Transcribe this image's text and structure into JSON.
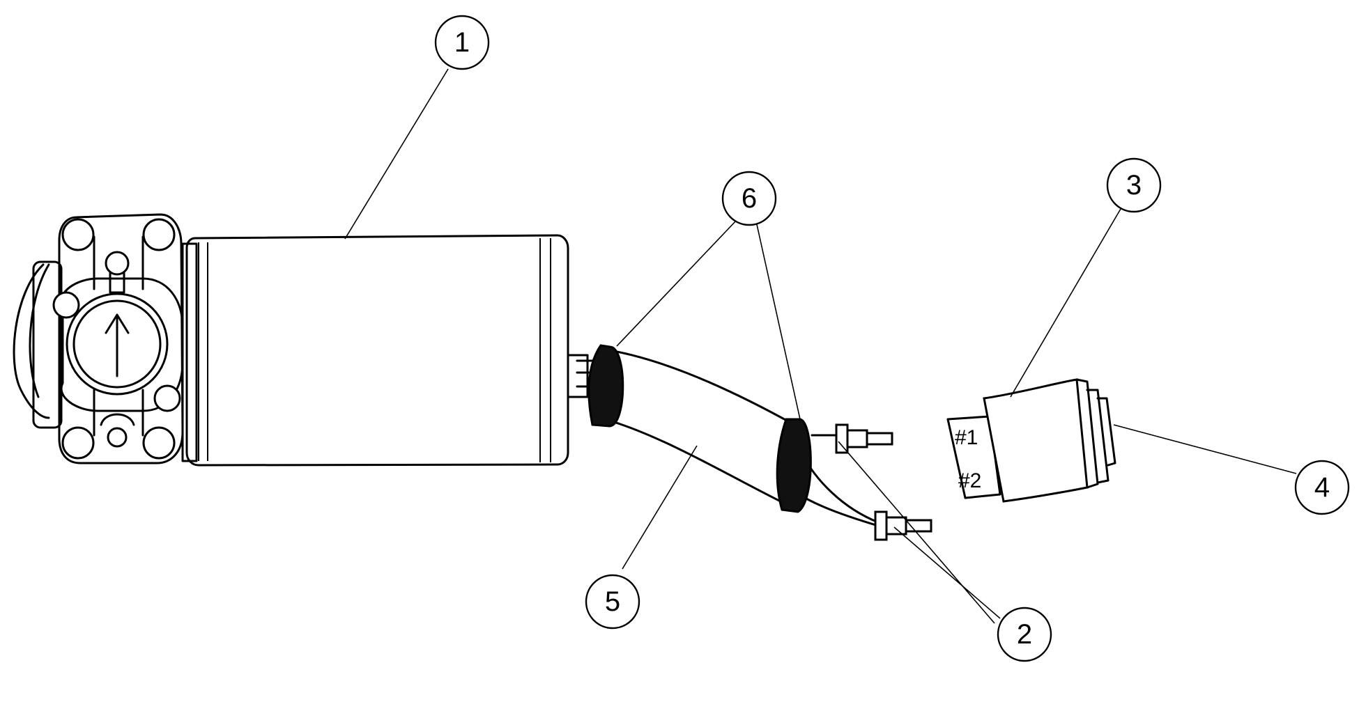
{
  "diagram": {
    "callouts": [
      {
        "id": "1",
        "label": "1"
      },
      {
        "id": "2",
        "label": "2"
      },
      {
        "id": "3",
        "label": "3"
      },
      {
        "id": "4",
        "label": "4"
      },
      {
        "id": "5",
        "label": "5"
      },
      {
        "id": "6",
        "label": "6"
      }
    ],
    "terminal_labels": [
      "#1",
      "#2"
    ]
  }
}
